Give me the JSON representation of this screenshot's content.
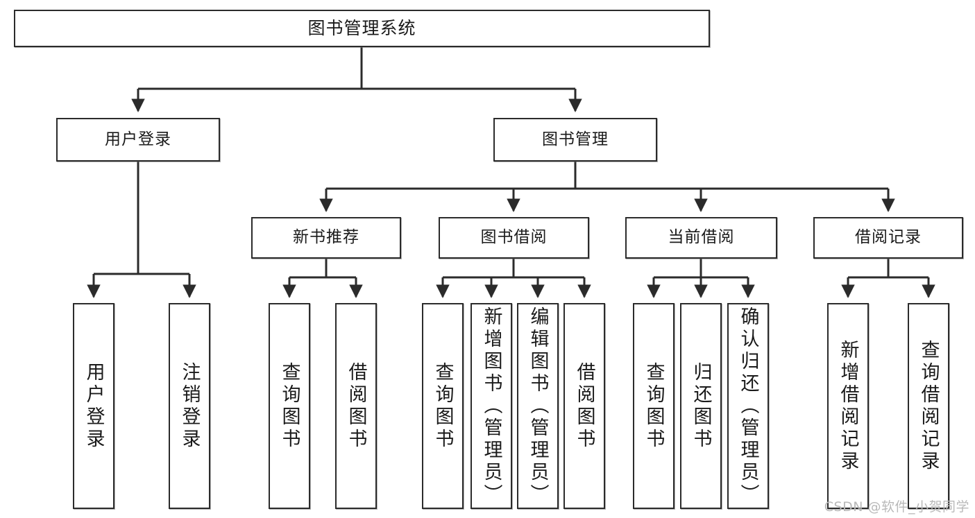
{
  "diagram": {
    "title_node": {
      "label": "图书管理系统"
    },
    "level2": [
      {
        "label": "用户登录"
      },
      {
        "label": "图书管理"
      }
    ],
    "level3": [
      {
        "label": "新书推荐"
      },
      {
        "label": "图书借阅"
      },
      {
        "label": "当前借阅"
      },
      {
        "label": "借阅记录"
      }
    ],
    "leaves": {
      "user_login": [
        {
          "label": "用户登录"
        },
        {
          "label": "注销登录"
        }
      ],
      "new_book_recommend": [
        {
          "label": "查询图书"
        },
        {
          "label": "借阅图书"
        }
      ],
      "book_borrow": [
        {
          "label": "查询图书"
        },
        {
          "label": "新增图书（管理员）"
        },
        {
          "label": "编辑图书（管理员）"
        },
        {
          "label": "借阅图书"
        }
      ],
      "current_borrow": [
        {
          "label": "查询图书"
        },
        {
          "label": "归还图书"
        },
        {
          "label": "确认归还（管理员）"
        }
      ],
      "borrow_record": [
        {
          "label": "新增借阅记录"
        },
        {
          "label": "查询借阅记录"
        }
      ]
    }
  },
  "watermark": {
    "text": "CSDN @软件_小贺同学"
  },
  "colors": {
    "stroke": "#2b2b2b",
    "fill": "#ffffff",
    "text": "#1a1a1a",
    "watermark": "#b9b9b9"
  }
}
